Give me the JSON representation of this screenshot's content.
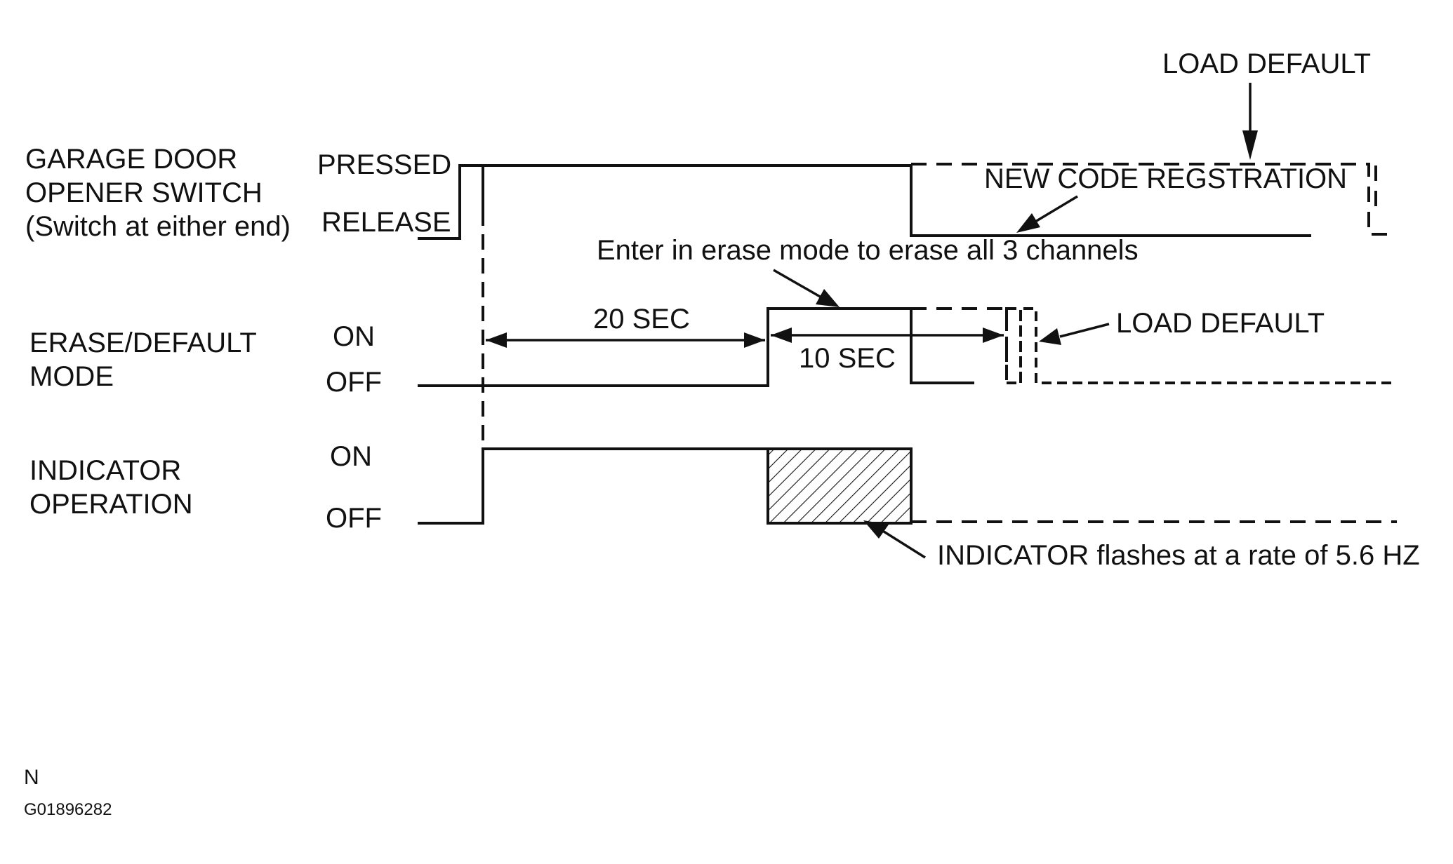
{
  "signals": {
    "garage": {
      "label_lines": [
        "GARAGE DOOR",
        "OPENER SWITCH",
        "(Switch at either end)"
      ],
      "high_label": "PRESSED",
      "low_label": "RELEASE"
    },
    "erase": {
      "label_lines": [
        "ERASE/DEFAULT",
        "MODE"
      ],
      "high_label": "ON",
      "low_label": "OFF"
    },
    "indicator": {
      "label_lines": [
        "INDICATOR",
        "OPERATION"
      ],
      "high_label": "ON",
      "low_label": "OFF"
    }
  },
  "annotations": {
    "load_default_top": "LOAD DEFAULT",
    "new_code": "NEW CODE REGSTRATION",
    "enter_erase": "Enter in erase mode to erase all 3 channels",
    "interval_20": "20 SEC",
    "interval_10": "10 SEC",
    "load_default_mid": "LOAD DEFAULT",
    "indicator_flash": "INDICATOR flashes at a rate of 5.6 HZ"
  },
  "footer": {
    "mark": "N",
    "figure_id": "G01896282"
  },
  "colors": {
    "line": "#111111",
    "background": "#ffffff"
  }
}
